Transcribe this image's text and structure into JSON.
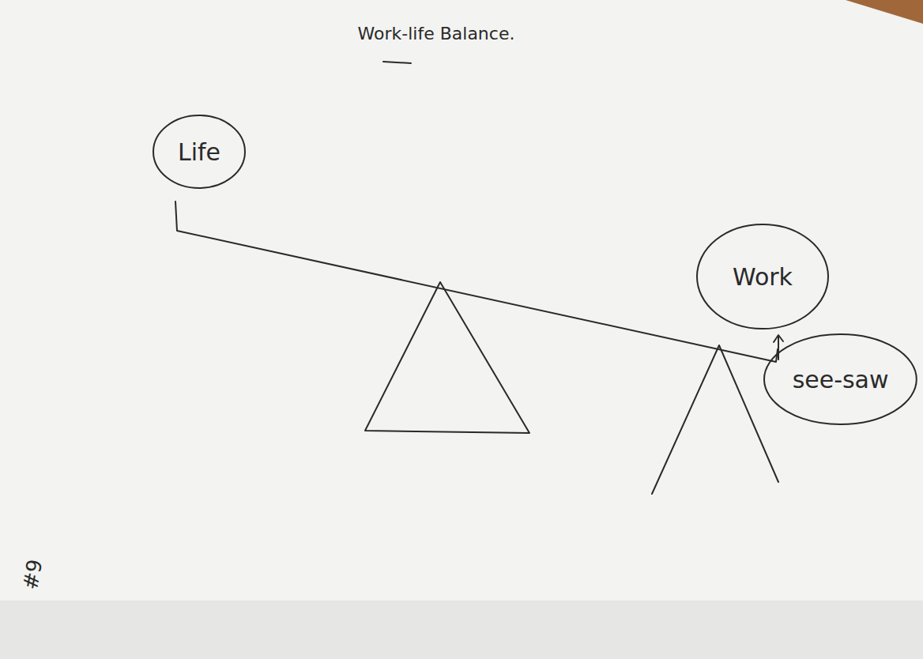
{
  "diagram": {
    "title": "Work-life Balance.",
    "nodes": [
      {
        "text": [
          "Life"
        ]
      },
      {
        "text": [
          "Work"
        ]
      },
      {
        "text": [
          "see-saw"
        ]
      }
    ],
    "labels": [
      "#9"
    ]
  }
}
